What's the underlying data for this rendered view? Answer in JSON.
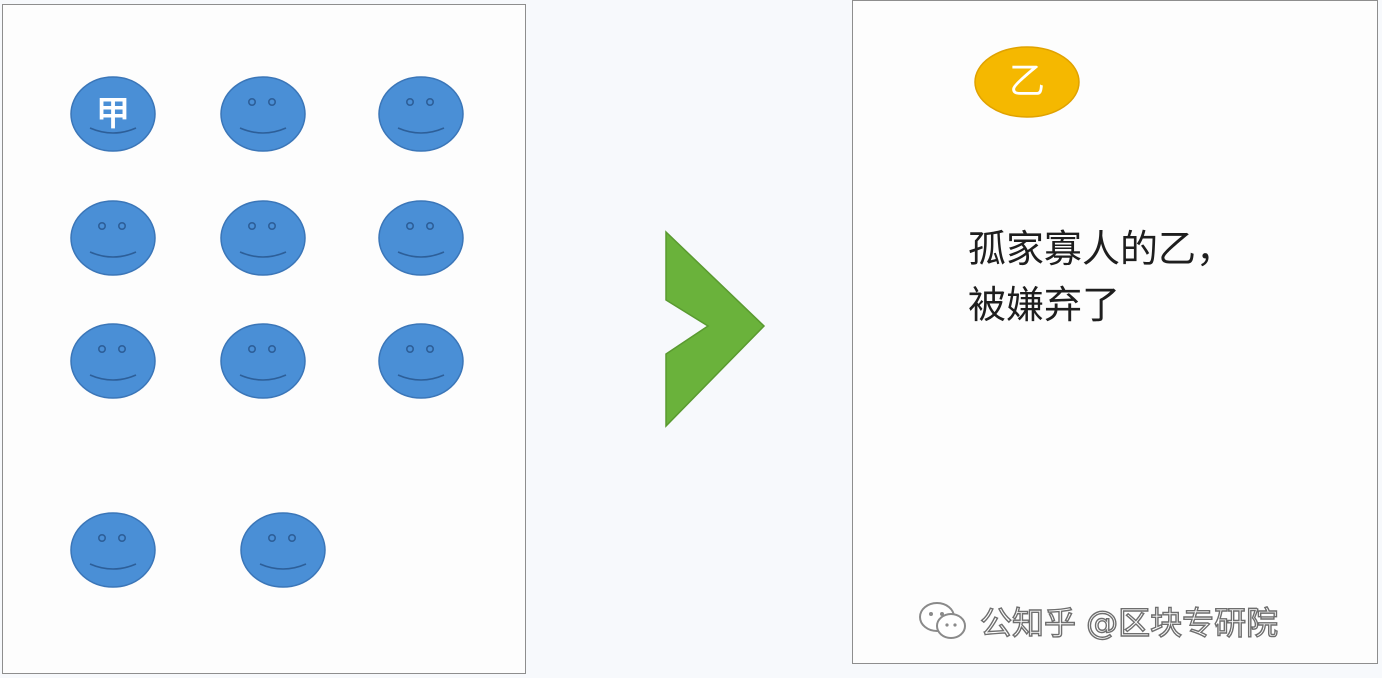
{
  "left_panel": {
    "faces": [
      {
        "label": "甲"
      },
      {
        "label": ""
      },
      {
        "label": ""
      },
      {
        "label": ""
      },
      {
        "label": ""
      },
      {
        "label": ""
      },
      {
        "label": ""
      },
      {
        "label": ""
      },
      {
        "label": ""
      },
      {
        "label": ""
      },
      {
        "label": ""
      }
    ]
  },
  "right_panel": {
    "coin_label": "乙",
    "caption_line_1": "孤家寡人的乙，",
    "caption_line_2": "被嫌弃了"
  },
  "watermark": {
    "icon": "wechat-icon",
    "text": "公知乎 @区块专研院"
  },
  "colors": {
    "face_fill": "#4a8fd6",
    "face_stroke": "#3b76b8",
    "arrow_fill": "#6ab23b",
    "coin_fill": "#f5b800",
    "caption_text": "#1e1e1e"
  }
}
